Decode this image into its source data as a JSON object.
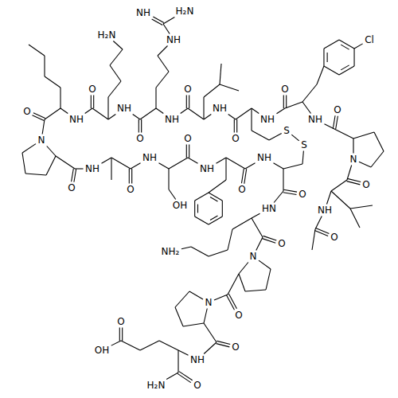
{
  "diagram": {
    "labels": [
      "NH",
      "H₂N",
      "NH",
      "Cl",
      "H₂N",
      "O",
      "O",
      "O",
      "NH",
      "NH",
      "O",
      "O",
      "NH",
      "NH",
      "NH",
      "NH",
      "S",
      "O",
      "O",
      "O",
      "N",
      "S",
      "NH",
      "NH",
      "N",
      "NH",
      "NH",
      "O",
      "O",
      "O",
      "O",
      "O",
      "OH",
      "HN",
      "NH",
      "O",
      "O",
      "NH₂",
      "N",
      "N",
      "O",
      "O",
      "O",
      "OH",
      "NH",
      "H₂N",
      "O"
    ]
  }
}
